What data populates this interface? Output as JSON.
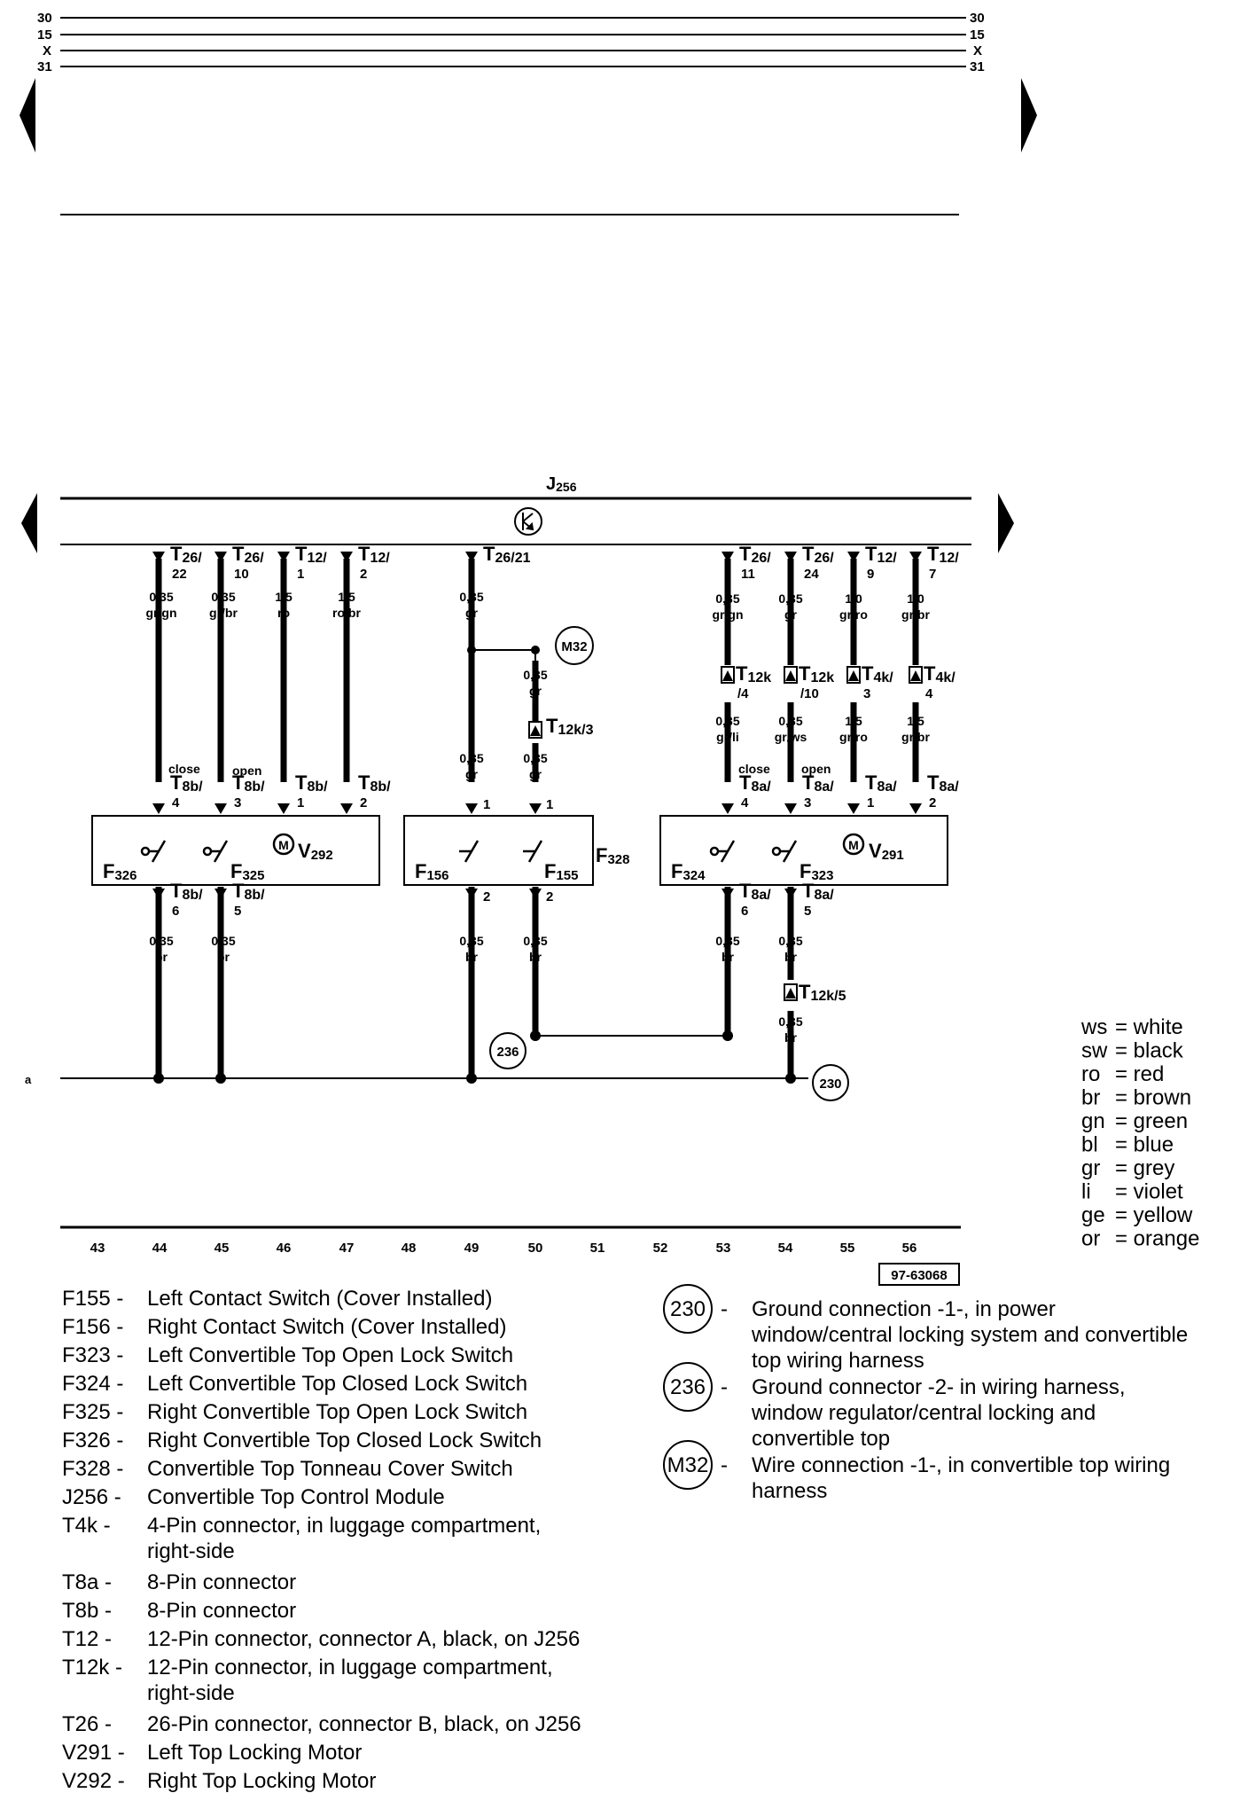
{
  "bus_top": {
    "l30": "30",
    "l15": "15",
    "lX": "X",
    "l31": "31"
  },
  "module": {
    "name": "J",
    "sub": "256"
  },
  "ground_bus_label": "a",
  "drawing_number": "97-63068",
  "track_numbers": [
    "43",
    "44",
    "45",
    "46",
    "47",
    "48",
    "49",
    "50",
    "51",
    "52",
    "53",
    "54",
    "55",
    "56"
  ],
  "pins": {
    "t26_22": [
      "T",
      "26/",
      "22"
    ],
    "t26_10": [
      "T",
      "26/",
      "10"
    ],
    "t12_1": [
      "T",
      "12/",
      "1"
    ],
    "t12_2": [
      "T",
      "12/",
      "2"
    ],
    "t26_21": [
      "T",
      "26/21",
      ""
    ],
    "t26_11": [
      "T",
      "26/",
      "11"
    ],
    "t26_24": [
      "T",
      "26/",
      "24"
    ],
    "t12_9": [
      "T",
      "12/",
      "9"
    ],
    "t12_7": [
      "T",
      "12/",
      "7"
    ],
    "t12k_4": [
      "T",
      "12k",
      "/4"
    ],
    "t12k_10": [
      "T",
      "12k",
      "/10"
    ],
    "t4k_3": [
      "T",
      "4k/",
      "3"
    ],
    "t4k_4": [
      "T",
      "4k/",
      "4"
    ],
    "t12k_3": [
      "T",
      "12k/3",
      ""
    ],
    "t12k_5": [
      "T",
      "12k/5",
      ""
    ],
    "t8b_4": [
      "T",
      "8b/",
      "4"
    ],
    "t8b_3": [
      "T",
      "8b/",
      "3"
    ],
    "t8b_1": [
      "T",
      "8b/",
      "1"
    ],
    "t8b_2": [
      "T",
      "8b/",
      "2"
    ],
    "t8b_6": [
      "T",
      "8b/",
      "6"
    ],
    "t8b_5": [
      "T",
      "8b/",
      "5"
    ],
    "t8a_4": [
      "T",
      "8a/",
      "4"
    ],
    "t8a_3": [
      "T",
      "8a/",
      "3"
    ],
    "t8a_1": [
      "T",
      "8a/",
      "1"
    ],
    "t8a_2": [
      "T",
      "8a/",
      "2"
    ],
    "t8a_6": [
      "T",
      "8a/",
      "6"
    ],
    "t8a_5": [
      "T",
      "8a/",
      "5"
    ],
    "f328_1a": "1",
    "f328_1b": "1",
    "f328_2a": "2",
    "f328_2b": "2"
  },
  "wires": {
    "w44a": [
      "0,35",
      "gr/gn"
    ],
    "w45a": [
      "0,35",
      "gr/br"
    ],
    "w46a": [
      "1,5",
      "ro"
    ],
    "w47a": [
      "1,5",
      "ro/br"
    ],
    "w49a": [
      "0,35",
      "gr"
    ],
    "w50a": [
      "0,35",
      "gr"
    ],
    "w53a": [
      "0,35",
      "gr/gn"
    ],
    "w54a": [
      "0,35",
      "gr"
    ],
    "w55a": [
      "1,0",
      "gr/ro"
    ],
    "w56a": [
      "1,0",
      "gr/br"
    ],
    "w53b": [
      "0,35",
      "gr/li"
    ],
    "w54b": [
      "0,35",
      "gr/ws"
    ],
    "w55b": [
      "1,5",
      "gr/ro"
    ],
    "w56b": [
      "1,5",
      "gr/br"
    ],
    "w49b": [
      "0,35",
      "gr"
    ],
    "w50b": [
      "0,35",
      "gr"
    ],
    "w44c": [
      "0,35",
      "br"
    ],
    "w45c": [
      "0,35",
      "br"
    ],
    "w49c": [
      "0,35",
      "br"
    ],
    "w50c": [
      "0,35",
      "br"
    ],
    "w53c": [
      "0,35",
      "br"
    ],
    "w54c": [
      "0,35",
      "br"
    ],
    "w54d": [
      "0,35",
      "br"
    ]
  },
  "switch_states": {
    "close_l": "close",
    "open_l": "open",
    "close_r": "close",
    "open_r": "open"
  },
  "components": {
    "f326": [
      "F",
      "326"
    ],
    "f325": [
      "F",
      "325"
    ],
    "v292": [
      "V",
      "292"
    ],
    "f156": [
      "F",
      "156"
    ],
    "f155": [
      "F",
      "155"
    ],
    "f328": [
      "F",
      "328"
    ],
    "f324": [
      "F",
      "324"
    ],
    "f323": [
      "F",
      "323"
    ],
    "v291": [
      "V",
      "291"
    ],
    "motor_symbol": "M"
  },
  "grounds": {
    "g236": "236",
    "g230": "230",
    "m32": "M32"
  },
  "color_legend": [
    [
      "ws",
      "= white"
    ],
    [
      "sw",
      "= black"
    ],
    [
      "ro",
      "= red"
    ],
    [
      "br",
      "= brown"
    ],
    [
      "gn",
      "= green"
    ],
    [
      "bl",
      "= blue"
    ],
    [
      "gr",
      "= grey"
    ],
    [
      "li",
      "= violet"
    ],
    [
      "ge",
      "= yellow"
    ],
    [
      "or",
      "= orange"
    ]
  ],
  "component_legend": [
    {
      "code": "F155 -",
      "desc": [
        "Left Contact Switch (Cover Installed)"
      ]
    },
    {
      "code": "F156 -",
      "desc": [
        "Right Contact Switch (Cover Installed)"
      ]
    },
    {
      "code": "F323 -",
      "desc": [
        "Left Convertible Top Open Lock Switch"
      ]
    },
    {
      "code": "F324 -",
      "desc": [
        "Left Convertible Top Closed Lock Switch"
      ]
    },
    {
      "code": "F325 -",
      "desc": [
        "Right Convertible Top Open Lock Switch"
      ]
    },
    {
      "code": "F326 -",
      "desc": [
        "Right Convertible Top Closed Lock Switch"
      ]
    },
    {
      "code": "F328 -",
      "desc": [
        "Convertible Top Tonneau Cover Switch"
      ]
    },
    {
      "code": "J256 -",
      "desc": [
        "Convertible Top Control Module"
      ]
    },
    {
      "code": "T4k  -",
      "desc": [
        "4-Pin connector, in luggage compartment,",
        "right-side"
      ]
    },
    {
      "code": "T8a  -",
      "desc": [
        "8-Pin connector"
      ]
    },
    {
      "code": "T8b  -",
      "desc": [
        "8-Pin connector"
      ]
    },
    {
      "code": "T12  -",
      "desc": [
        "12-Pin connector, connector A, black, on J256"
      ]
    },
    {
      "code": "T12k -",
      "desc": [
        "12-Pin connector, in luggage compartment,",
        "right-side"
      ]
    },
    {
      "code": "T26  -",
      "desc": [
        "26-Pin connector, connector B, black, on J256"
      ]
    },
    {
      "code": "V291 -",
      "desc": [
        "Left Top Locking Motor"
      ]
    },
    {
      "code": "V292 -",
      "desc": [
        "Right Top Locking Motor"
      ]
    }
  ],
  "ground_legend": [
    {
      "symbol": "230",
      "dash": "-",
      "desc": [
        "Ground connection -1-, in power",
        "window/central locking system and convertible",
        "top wiring harness"
      ]
    },
    {
      "symbol": "236",
      "dash": "-",
      "desc": [
        "Ground connector -2- in wiring harness,",
        "window regulator/central  locking and",
        "convertible top"
      ]
    },
    {
      "symbol": "M32",
      "dash": "-",
      "desc": [
        "Wire connection -1-, in convertible top wiring",
        "harness"
      ]
    }
  ]
}
